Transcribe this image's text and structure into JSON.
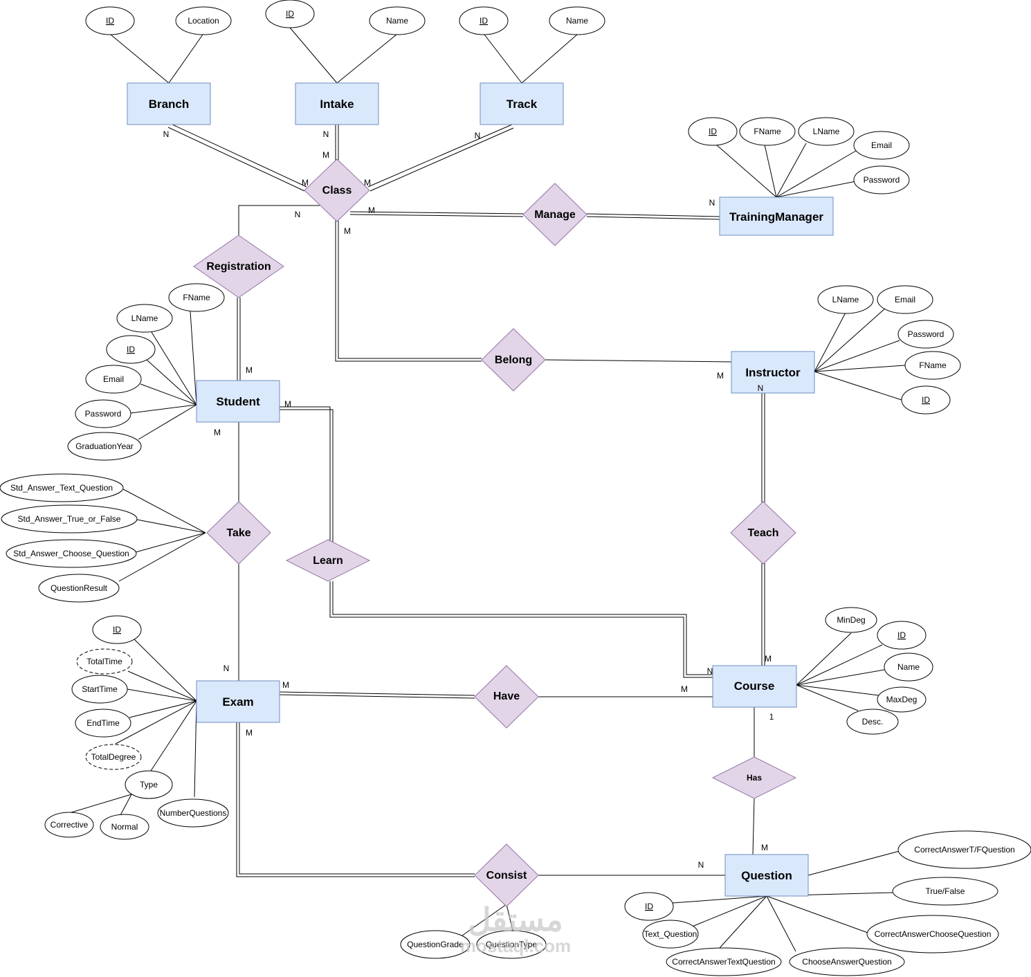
{
  "entities": {
    "branch": "Branch",
    "intake": "Intake",
    "track": "Track",
    "training_manager": "TrainingManager",
    "student": "Student",
    "instructor": "Instructor",
    "exam": "Exam",
    "course": "Course",
    "question": "Question"
  },
  "relationships": {
    "class": "Class",
    "manage": "Manage",
    "registration": "Registration",
    "belong": "Belong",
    "take": "Take",
    "learn": "Learn",
    "teach": "Teach",
    "have": "Have",
    "has": "Has",
    "consist": "Consist"
  },
  "attributes": {
    "branch": [
      "ID",
      "Location"
    ],
    "intake": [
      "ID",
      "Name"
    ],
    "track": [
      "ID",
      "Name"
    ],
    "training_manager": [
      "ID",
      "FName",
      "LName",
      "Email",
      "Password"
    ],
    "student": [
      "FName",
      "LName",
      "ID",
      "Email",
      "Password",
      "GraduationYear"
    ],
    "instructor": [
      "LName",
      "Email",
      "Password",
      "FName",
      "ID"
    ],
    "take": [
      "Std_Answer_Text_Question",
      "Std_Answer_True_or_False",
      "Std_Answer_Choose_Question",
      "QuestionResult"
    ],
    "exam": [
      "ID",
      "TotalTime",
      "StartTime",
      "EndTime",
      "TotalDegree",
      "Type",
      "NumberQuestions",
      "Corrective",
      "Normal"
    ],
    "course": [
      "MinDeg",
      "ID",
      "Name",
      "MaxDeg",
      "Desc."
    ],
    "question": [
      "CorrectAnswerT/FQuestion",
      "True/False",
      "ID",
      "Text_Question",
      "CorrectAnswerChooseQuestion",
      "CorrectAnswerTextQuestion",
      "ChooseAnswerQuestion"
    ],
    "consist": [
      "QuestionGrade",
      "QuestionType"
    ]
  },
  "cardinalities": {
    "branch_class": "N",
    "class_branch": "M",
    "intake_class": "N",
    "class_intake": "M",
    "track_class": "N",
    "class_track": "M",
    "class_registration": "N",
    "class_manage": "M",
    "manager_manage": "N",
    "class_belong": "M",
    "registration_student": "M",
    "student_learn": "M",
    "student_take": "M",
    "instructor_belong": "M",
    "instructor_teach": "N",
    "take_exam": "N",
    "exam_have": "M",
    "exam_consist": "M",
    "course_learn": "N",
    "course_teach": "M",
    "course_have": "M",
    "course_has": "1",
    "question_has": "M",
    "question_consist": "N"
  },
  "watermark": {
    "arabic": "مستقل",
    "latin": "mostaql.com"
  },
  "colors": {
    "entity_fill": "#dae8fc",
    "entity_stroke": "#6c8ebf",
    "relationship_fill": "#e1d5e7",
    "relationship_stroke": "#9673a6",
    "watermark": "#c7c7c7"
  }
}
